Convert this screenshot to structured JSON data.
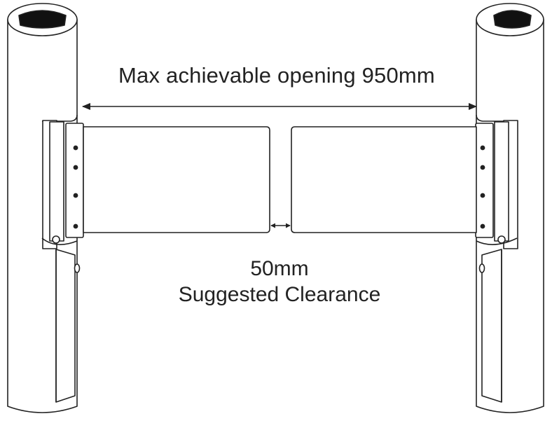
{
  "annotations": {
    "max_opening": "Max achievable opening 950mm",
    "clearance_value": "50mm",
    "clearance_caption": "Suggested Clearance"
  }
}
